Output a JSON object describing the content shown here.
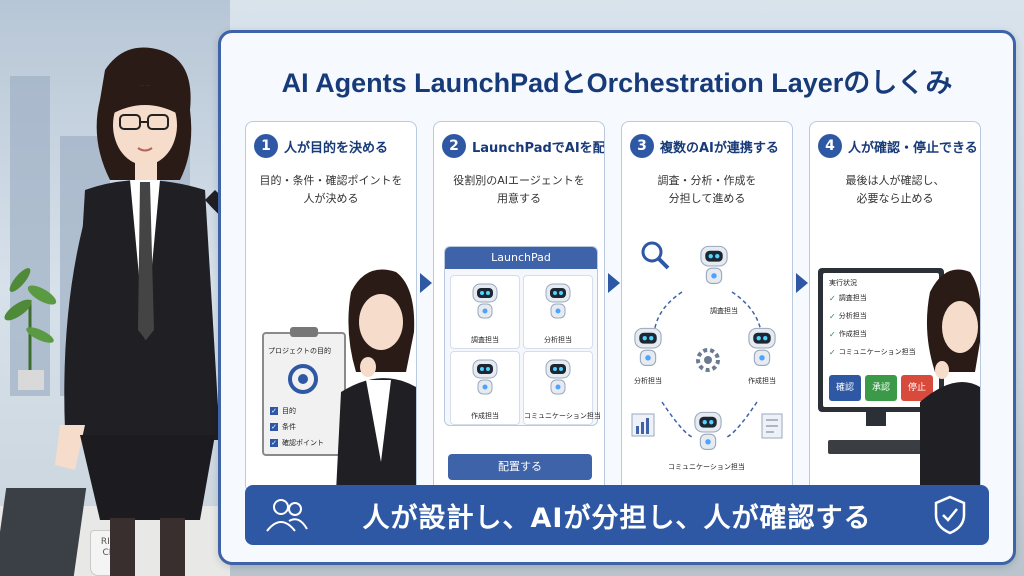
{
  "title": "AI Agents LaunchPadとOrchestration Layerのしくみ",
  "mug_text": "RICO\nCEO",
  "colors": {
    "accent": "#2f58a4",
    "approve": "#3a9a47",
    "stop": "#d84b3c",
    "confirm": "#2f58a4"
  },
  "steps": [
    {
      "num": "1",
      "title": "人が目的を決める",
      "desc": "目的・条件・確認ポイントを\n人が決める"
    },
    {
      "num": "2",
      "title": "LaunchPadでAIを配置",
      "desc": "役割別のAIエージェントを\n用意する"
    },
    {
      "num": "3",
      "title": "複数のAIが連携する",
      "desc": "調査・分析・作成を\n分担して進める"
    },
    {
      "num": "4",
      "title": "人が確認・停止できる",
      "desc": "最後は人が確認し、\n必要なら止める"
    }
  ],
  "clipboard": {
    "title": "プロジェクトの目的",
    "items": [
      "目的",
      "条件",
      "確認ポイント"
    ]
  },
  "launchpad": {
    "header": "LaunchPad",
    "cells": [
      "調査担当",
      "分析担当",
      "作成担当",
      "コミュニケーション担当"
    ],
    "button": "配置する"
  },
  "orchestration": {
    "labels": [
      "調査担当",
      "分析担当",
      "作成担当",
      "コミュニケーション担当"
    ]
  },
  "status_screen": {
    "title": "実行状況",
    "items": [
      "調査担当",
      "分析担当",
      "作成担当",
      "コミュニケーション担当"
    ],
    "buttons": [
      "確認",
      "承認",
      "停止"
    ]
  },
  "footer": "人が設計し、AIが分担し、人が確認する"
}
